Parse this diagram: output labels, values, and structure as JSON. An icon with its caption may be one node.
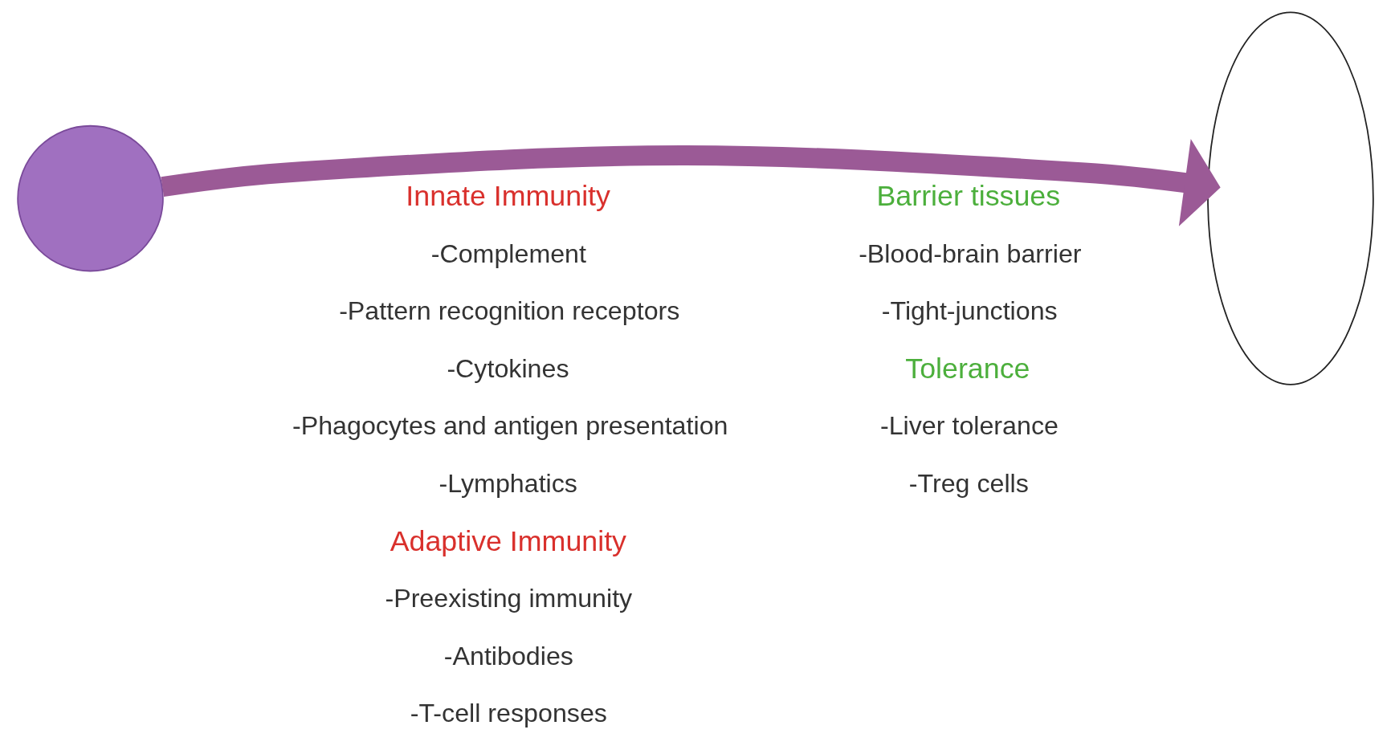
{
  "diagram": {
    "nodes": [
      {
        "text": [],
        "shape": "circle"
      },
      {
        "text": [],
        "shape": "person"
      }
    ],
    "edges": [
      {
        "from": 0,
        "to": 1,
        "arrow": "to",
        "color": "#9b5a96"
      }
    ],
    "labels": [
      "Innate Immunity",
      "-Complement",
      "-Pattern recognition receptors",
      "-Cytokines",
      "-Phagocytes and antigen presentation",
      "-Lymphatics",
      "Adaptive Immunity",
      "-Preexisting immunity",
      "-Antibodies",
      "-T-cell responses",
      "Barrier tissues",
      "-Blood-brain barrier",
      "-Tight-junctions",
      "Tolerance",
      "-Liver tolerance",
      "-Treg cells"
    ]
  }
}
